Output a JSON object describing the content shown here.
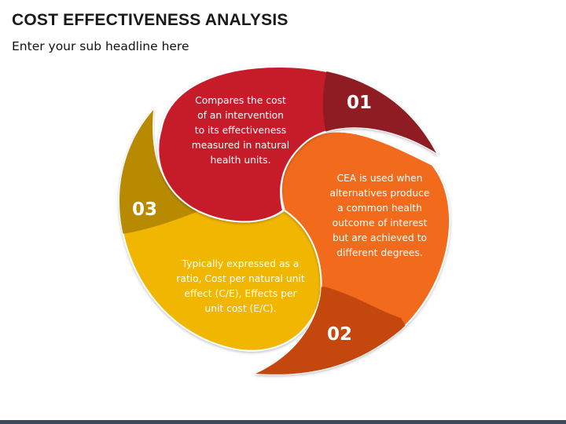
{
  "slide": {
    "title": "COST EFFECTIVENESS ANALYSIS",
    "subtitle": "Enter your sub headline here"
  },
  "segments": [
    {
      "number": "01",
      "lines": [
        "Compares the cost",
        "of an intervention",
        "to its effectiveness",
        "measured in natural",
        "health units."
      ],
      "color": "#c61b2b",
      "tip_color": "#8f1a24"
    },
    {
      "number": "02",
      "lines": [
        "CEA is used when",
        "alternatives produce",
        "a common health",
        "outcome of interest",
        "but are achieved to",
        "different degrees."
      ],
      "color": "#f26a1b",
      "tip_color": "#c4460e"
    },
    {
      "number": "03",
      "lines": [
        "Typically expressed as a",
        "ratio, Cost per natural unit",
        "effect (C/E), Effects per",
        "unit cost (E/C)."
      ],
      "color": "#f1b600",
      "tip_color": "#b88a00"
    }
  ]
}
